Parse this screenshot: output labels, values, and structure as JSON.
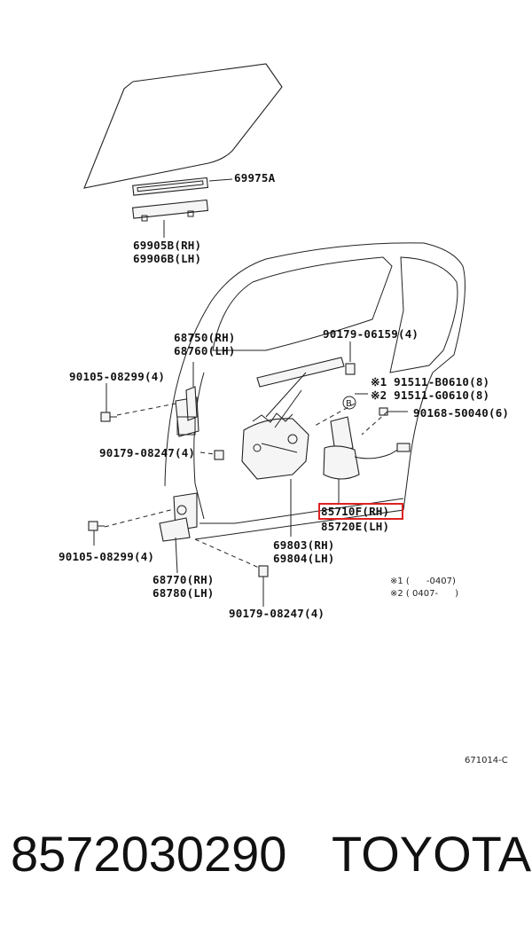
{
  "diagram": {
    "labels": {
      "glass_run": "69975A",
      "channel": "69905B(RH)\n69906B(LH)",
      "upper_hinge": "68750(RH)\n68760(LH)",
      "bolt_upper": "90105-08299(4)",
      "bolt_mid": "90179-08247(4)",
      "bolt_lower": "90105-08299(4)",
      "lower_hinge": "68770(RH)\n68780(LH)",
      "nut_bottom": "90179-08247(4)",
      "nut_top": "90179-06159(4)",
      "screw1": "※1 91511-B0610(8)",
      "screw2": "※2 91511-G0610(8)",
      "screw_right": "90168-50040(6)",
      "regulator": "69803(RH)\n69804(LH)",
      "motor_rh": "85710F(RH)",
      "motor_lh": "85720E(LH)",
      "ref_b": "B"
    },
    "notes": {
      "note1": "※1 (      -0407)",
      "note2": "※2 ( 0407-      )"
    },
    "code": "671014-C"
  },
  "footer": {
    "part_number": "8572030290",
    "brand": "TOYOTA"
  },
  "colors": {
    "highlight": "#dd2222",
    "ink": "#222222"
  }
}
